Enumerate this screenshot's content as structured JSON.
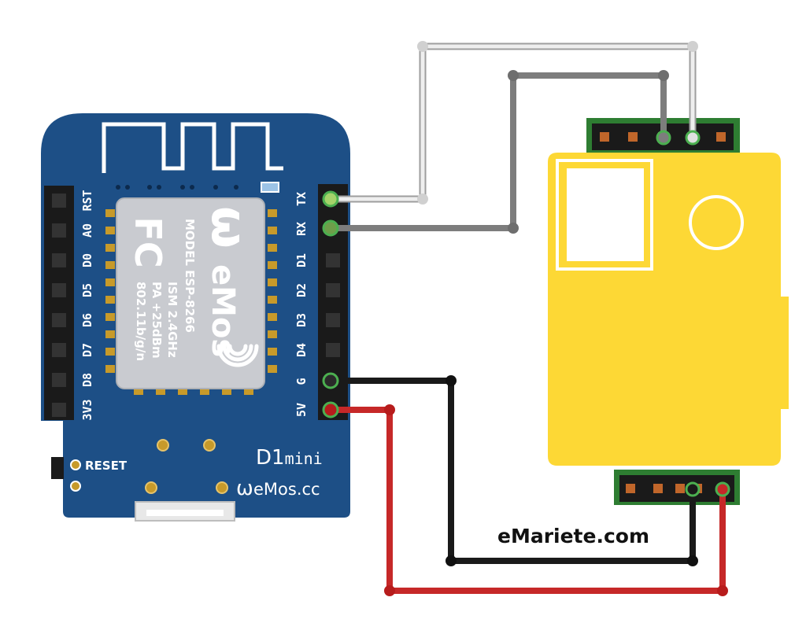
{
  "board": {
    "left_pins": [
      "RST",
      "A0",
      "D0",
      "D5",
      "D6",
      "D7",
      "D8",
      "3V3"
    ],
    "right_pins": [
      "TX",
      "RX",
      "D1",
      "D2",
      "D3",
      "D4",
      "G",
      "5V"
    ],
    "reset_label": "RESET",
    "model_name": "D1",
    "model_suffix": "mini",
    "brand_url": "eMos.cc",
    "module": {
      "fcc": "FC",
      "logo_text": "eMos",
      "line1": "MODEL  ESP-8266",
      "line2": "ISM 2.4GHz",
      "line3": "PA +25dBm",
      "line4": "802.11b/g/n"
    }
  },
  "sensor": {
    "color": "#fdd835"
  },
  "connections": [
    {
      "from": "TX",
      "to": "sensor top pin 4",
      "color": "#d9d9d9"
    },
    {
      "from": "RX",
      "to": "sensor top pin 3",
      "color": "#808080"
    },
    {
      "from": "G",
      "to": "sensor bottom pin 4",
      "color": "#1a1a1a"
    },
    {
      "from": "5V",
      "to": "sensor bottom pin 5",
      "color": "#c62828"
    }
  ],
  "credit": "eMariete.com",
  "colors": {
    "board": "#1d4f86",
    "board_text": "#ffffff",
    "header": "#1a1a1a",
    "pcb_green": "#2e7d32",
    "pin": "#c0662a",
    "module_shield": "#c9cbd0"
  }
}
